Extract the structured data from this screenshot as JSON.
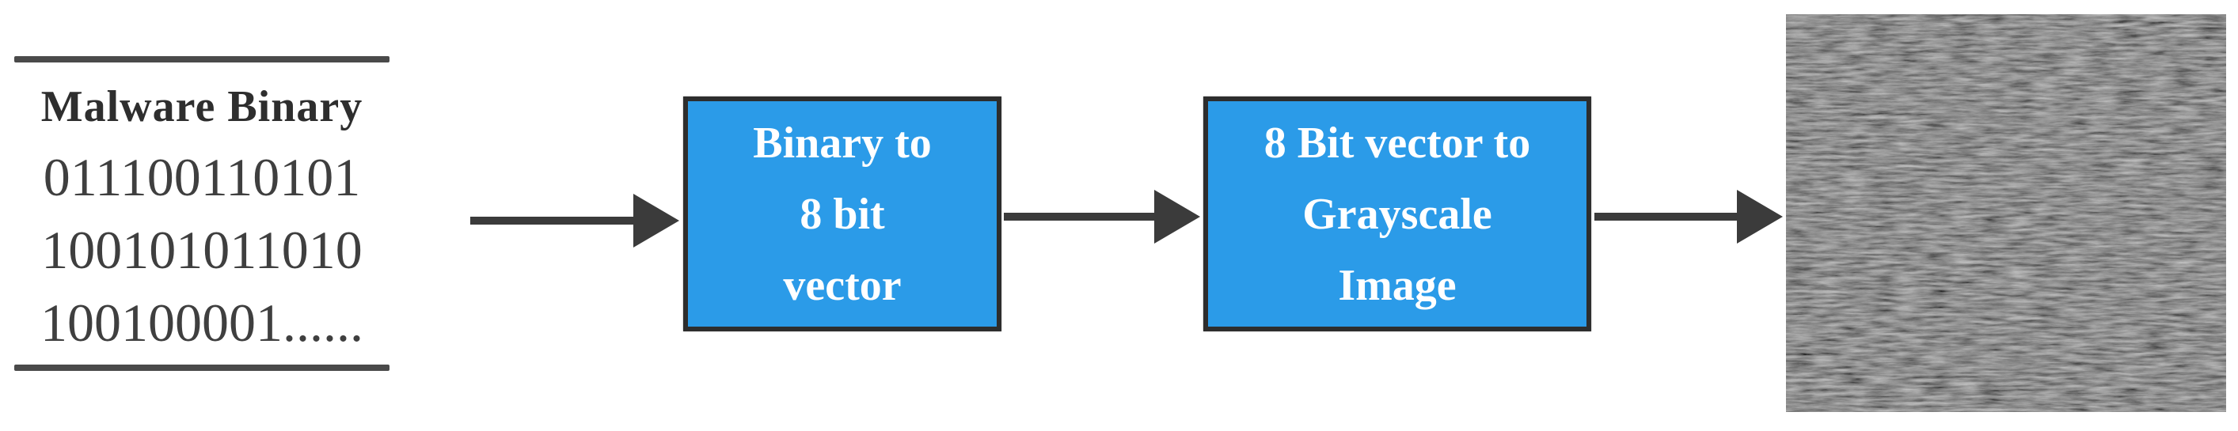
{
  "diagram": {
    "source": {
      "title": "Malware Binary",
      "binary_lines": [
        "011100110101",
        "100101011010",
        "100100001......"
      ]
    },
    "boxes": [
      {
        "lines": [
          "Binary to",
          "8 bit",
          "vector"
        ]
      },
      {
        "lines": [
          "8 Bit vector to",
          "Grayscale",
          "Image"
        ]
      }
    ],
    "output_image": "grayscale-malware-image",
    "colors": {
      "box_fill": "#2b9be8",
      "box_border": "#2d2d2d",
      "arrow": "#3b3b3b",
      "rule": "#4a4a4a",
      "title_text": "#2e2e2e",
      "binary_text": "#3f3f3f",
      "box_text": "#ffffff"
    }
  }
}
